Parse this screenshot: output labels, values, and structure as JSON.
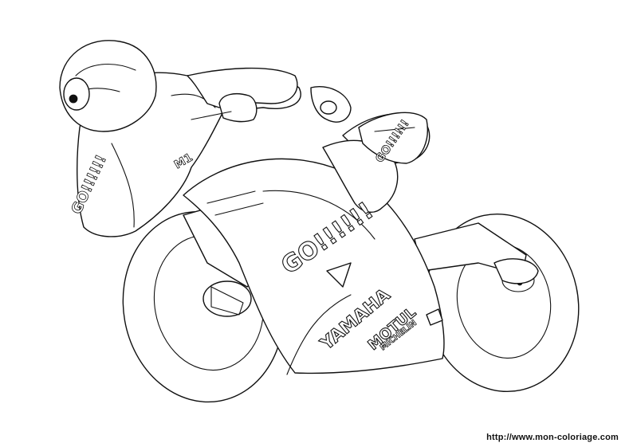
{
  "illustration": {
    "fairing_text": "GO!!!!!!",
    "helmet_text": "GO!!!!!!",
    "brand_text": "YAMAHA",
    "sponsor_text": "MOTUL",
    "tire_text": "MICHELIN",
    "side_badge_text": "GO!!!!!!",
    "tank_mark": "M1"
  },
  "footer": {
    "url": "http://www.mon-coloriage.com"
  }
}
